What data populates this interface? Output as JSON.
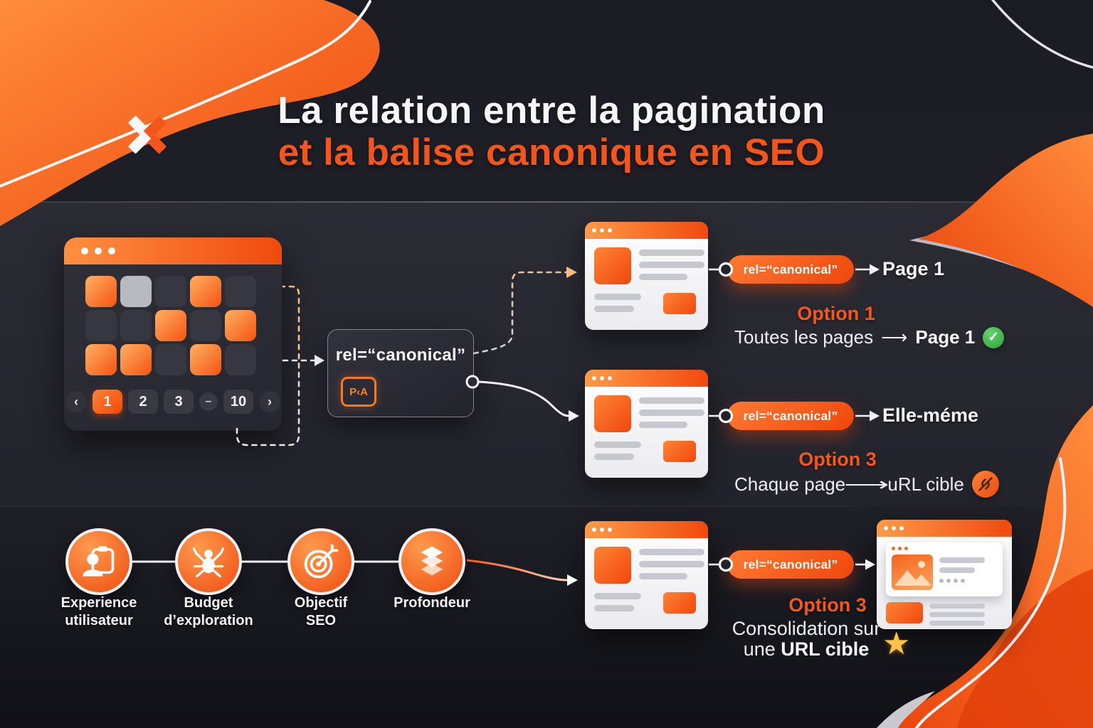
{
  "colors": {
    "accent": "#f4561a",
    "accent_light": "#ff8a3d",
    "title_white": "#f6f6f8",
    "title_orange": "#f4551b",
    "bg_top": "#1c1c24",
    "bg_mid": "#282831",
    "bg_bottom": "#14141b",
    "card_dark": "#2b2b35",
    "success_green": "#3fae49",
    "star_gold": "#ffc24b",
    "bar_gray": "#c7c7cf"
  },
  "header": {
    "title_line1": "La relation entre la pagination",
    "title_line2": "et la balise canonique en SEO",
    "logo": "x-logo"
  },
  "paginated_site": {
    "grid_rows": [
      [
        "orange",
        "gray",
        "dark",
        "orange",
        "dark"
      ],
      [
        "dark",
        "dark",
        "orange",
        "dark",
        "orange"
      ],
      [
        "orange",
        "orange",
        "dark",
        "orange",
        "dark"
      ]
    ],
    "pagination": {
      "prev": "‹",
      "pages": [
        "1",
        "2",
        "3",
        "–",
        "10"
      ],
      "gap_symbol": "–",
      "active_page": "1",
      "next": "›"
    }
  },
  "canonical_card": {
    "label": "rel=“canonical”",
    "icon": "code-tag-icon",
    "icon_text": "P‹A"
  },
  "options": [
    {
      "id": "option-1",
      "pill_label": "rel=“canonical”",
      "result_label": "Page 1",
      "title": "Option 1",
      "desc_text": "Toutes les pages",
      "desc_arrow": "⟶",
      "desc_target": "Page 1",
      "status_icon": "check-icon",
      "status_glyph": "✓"
    },
    {
      "id": "option-2",
      "pill_label": "rel=“canonical”",
      "result_label": "Elle-méme",
      "title": "Option 3",
      "desc_text": "Chaque page",
      "desc_arrow": "⟶",
      "desc_target": "uRL cible",
      "status_icon": "broken-link-icon",
      "status_glyph": ""
    },
    {
      "id": "option-3",
      "pill_label": "rel=“canonical”",
      "title": "Option 3",
      "desc_line1": "Consolidation sur",
      "desc_line2_prefix": "une ",
      "desc_line2_bold": "URL cible",
      "status_icon": "star-icon",
      "status_glyph": "★"
    }
  ],
  "ranking_factors": [
    {
      "icon": "user-experience-icon",
      "line1": "Experience",
      "line2": "utilisateur"
    },
    {
      "icon": "crawl-budget-spider-icon",
      "line1": "Budget",
      "line2": "d’exploration"
    },
    {
      "icon": "seo-target-icon",
      "line1": "Objectif",
      "line2": "SEO"
    },
    {
      "icon": "depth-layers-icon",
      "line1": "Profondeur",
      "line2": ""
    }
  ]
}
